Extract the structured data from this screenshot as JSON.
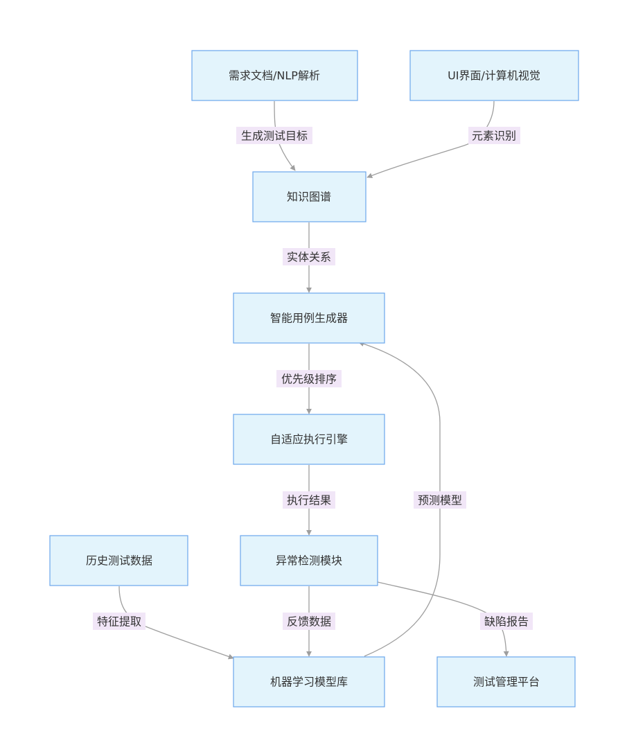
{
  "diagram": {
    "nodes": {
      "req_doc": {
        "label": "需求文档/NLP解析"
      },
      "ui_cv": {
        "label": "UI界面/计算机视觉"
      },
      "kg": {
        "label": "知识图谱"
      },
      "gen": {
        "label": "智能用例生成器"
      },
      "exec": {
        "label": "自适应执行引擎"
      },
      "anomaly": {
        "label": "异常检测模块"
      },
      "history": {
        "label": "历史测试数据"
      },
      "ml": {
        "label": "机器学习模型库"
      },
      "mgmt": {
        "label": "测试管理平台"
      }
    },
    "edges": {
      "req_to_kg": {
        "label": "生成测试目标"
      },
      "ui_to_kg": {
        "label": "元素识别"
      },
      "kg_to_gen": {
        "label": "实体关系"
      },
      "gen_to_exec": {
        "label": "优先级排序"
      },
      "exec_to_anomaly": {
        "label": "执行结果"
      },
      "ml_to_gen": {
        "label": "预测模型"
      },
      "history_to_ml": {
        "label": "特征提取"
      },
      "anomaly_to_ml": {
        "label": "反馈数据"
      },
      "anomaly_to_mgmt": {
        "label": "缺陷报告"
      }
    }
  }
}
